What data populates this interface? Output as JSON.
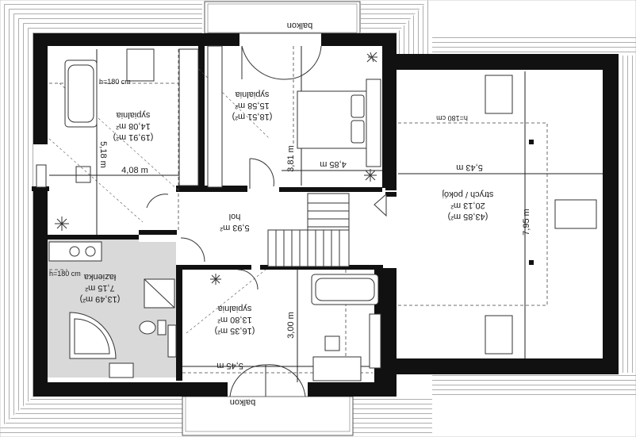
{
  "rooms": {
    "bed_nw": {
      "name": "sypialnia",
      "area": "14,08 m²",
      "area_full": "(19,91 m²)",
      "height_note": "h=180 cm",
      "dim_w": "4,08 m",
      "dim_h": "5,18 m"
    },
    "bed_n": {
      "name": "sypialnia",
      "area": "15,58 m²",
      "area_full": "(18,51 m²)",
      "dim_w": "4,85 m",
      "dim_h": "3,81 m"
    },
    "bed_s": {
      "name": "sypialnia",
      "area": "13,80 m²",
      "area_full": "(16,35 m²)",
      "dim_w": "5,45 m",
      "dim_h": "3,00 m"
    },
    "bath": {
      "name": "łazienka",
      "area": "7,15 m²",
      "area_full": "(13,49 m²)",
      "height_note": "h=180 cm"
    },
    "hall": {
      "name": "hol",
      "area": "5,93 m²"
    },
    "attic": {
      "name": "strych / pokój",
      "area": "20,13 m²",
      "area_full": "(43,85 m²)",
      "height_note": "h=180 cm",
      "dim_w": "5,43 m",
      "dim_h": "7,95 m"
    }
  },
  "balconies": {
    "top": "balkon",
    "bottom": "balkon"
  },
  "colors": {
    "wall": "#111111",
    "bath_fill": "#d9d9d9",
    "roof_line": "#9a9a9a"
  }
}
